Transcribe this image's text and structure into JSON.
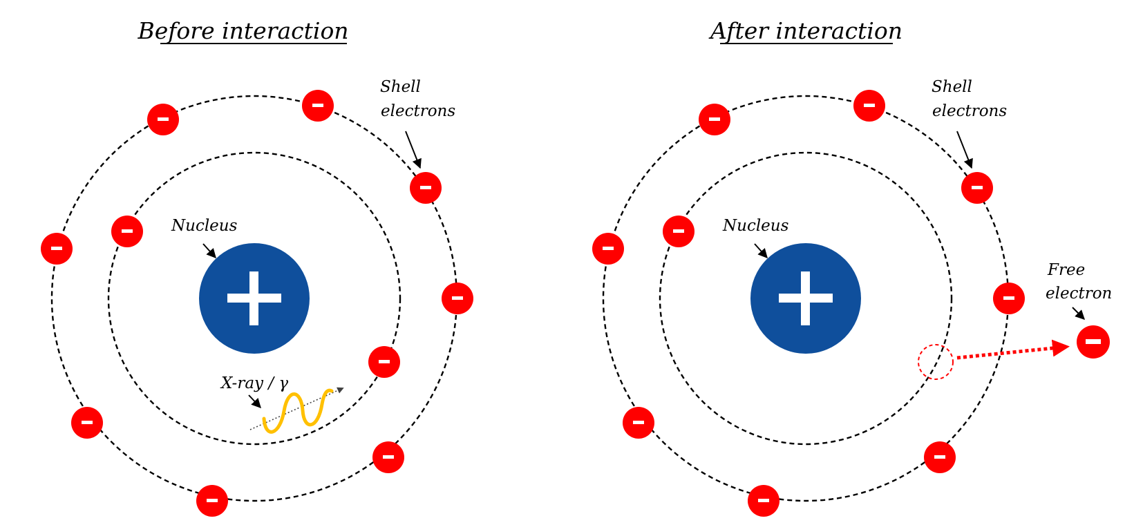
{
  "panels": [
    {
      "title": "Before interaction",
      "labels": {
        "shell_line1": "Shell",
        "shell_line2": "electrons",
        "nucleus": "Nucleus",
        "photon": "X-ray / γ"
      }
    },
    {
      "title": "After interaction",
      "labels": {
        "shell_line1": "Shell",
        "shell_line2": "electrons",
        "nucleus": "Nucleus",
        "free_line1": "Free",
        "free_line2": "electron"
      }
    }
  ],
  "colors": {
    "electron": "#ff0000",
    "nucleus": "#0f4f9c",
    "photon_wave": "#ffc000",
    "vacancy": "#ff0000"
  }
}
